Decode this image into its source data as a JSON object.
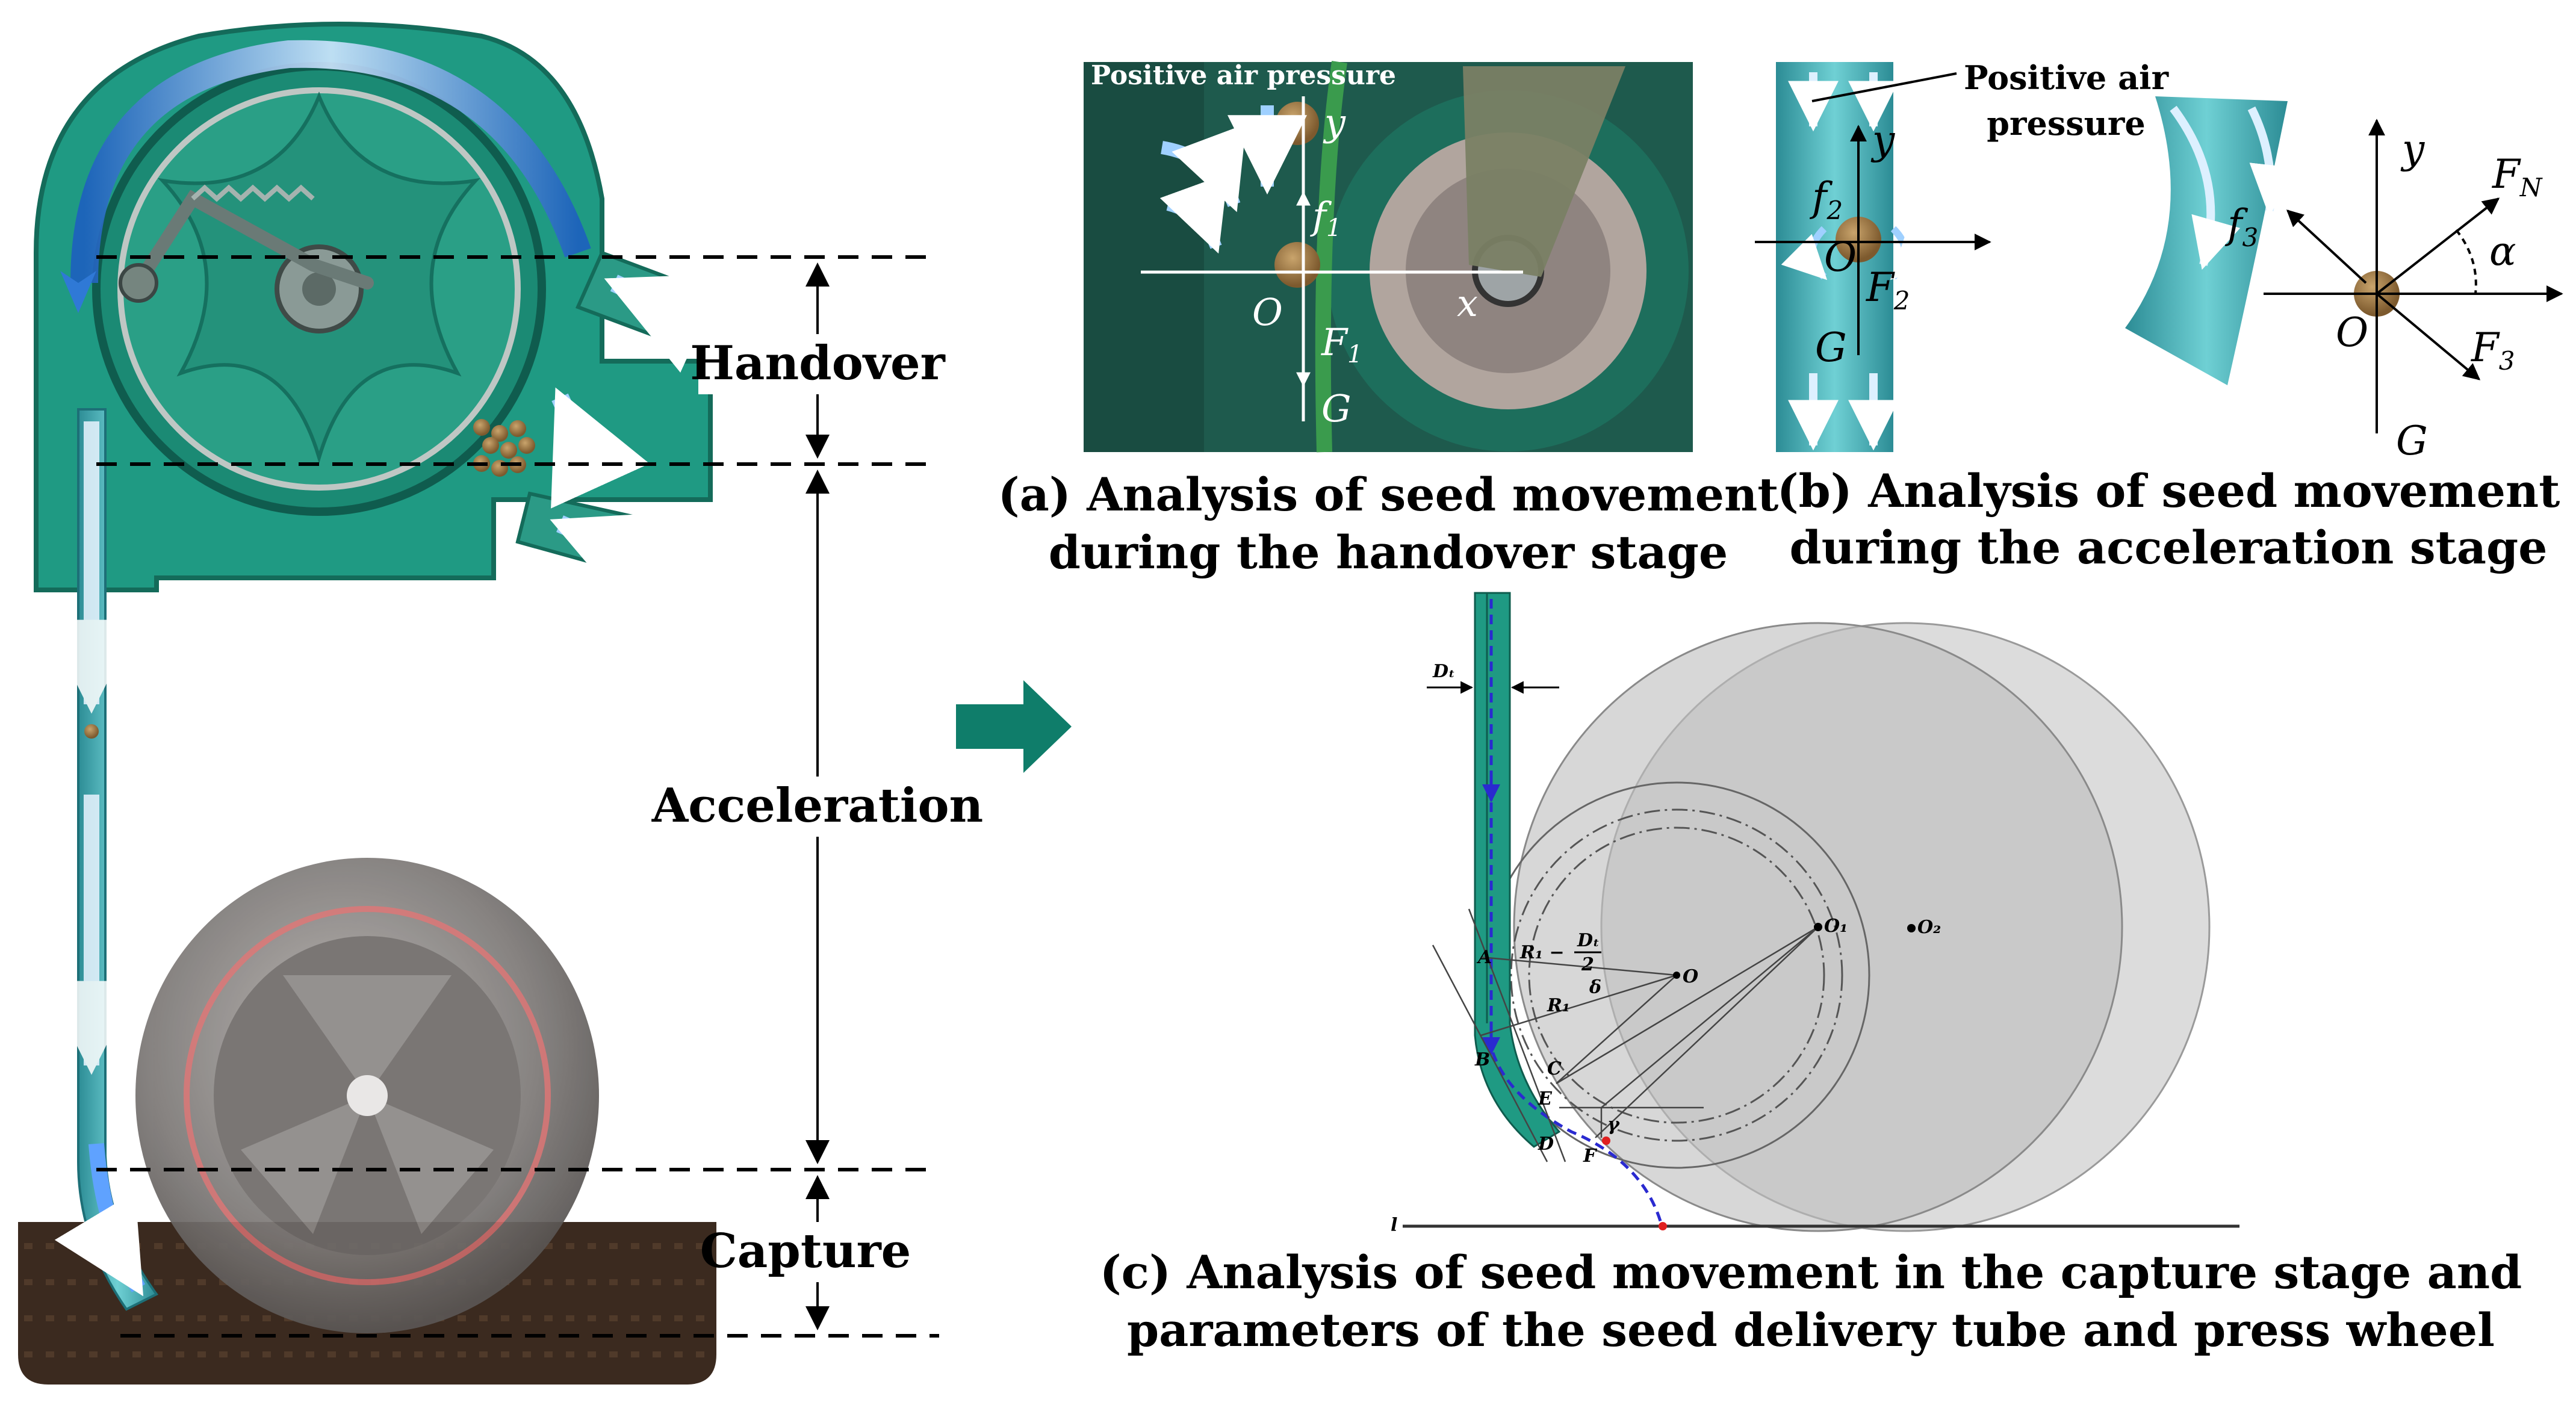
{
  "left_stages": {
    "handover": "Handover",
    "acceleration": "Acceleration",
    "capture": "Capture"
  },
  "panel_a": {
    "air_label": "Positive air pressure",
    "labels": {
      "y": "y",
      "f1": "f",
      "f1_sub": "1",
      "o": "O",
      "x": "x",
      "F1": "F",
      "F1_sub": "1",
      "G": "G"
    },
    "caption_line1": "(a) Analysis of seed movement",
    "caption_line2": "during the handover stage"
  },
  "panel_b": {
    "air_label_line1": "Positive air",
    "air_label_line2": "pressure",
    "left_labels": {
      "y": "y",
      "f2": "f",
      "f2_sub": "2",
      "o": "O",
      "F2": "F",
      "F2_sub": "2",
      "G": "G"
    },
    "right_labels": {
      "y": "y",
      "FN": "F",
      "FN_sub": "N",
      "alpha": "α",
      "f3": "f",
      "f3_sub": "3",
      "o": "O",
      "F3": "F",
      "F3_sub": "3",
      "G": "G"
    },
    "caption_line1": "(b) Analysis of seed movement",
    "caption_line2": "during the acceleration stage"
  },
  "panel_c": {
    "labels": {
      "Dt": "Dₜ",
      "O1": "O₁",
      "O2": "O₂",
      "O": "O",
      "A": "A",
      "B": "B",
      "C": "C",
      "D": "D",
      "E": "E",
      "F": "F",
      "l": "l",
      "R1": "R₁",
      "R1_minus": "R₁ −",
      "Dt_frac": "Dₜ",
      "two": "2",
      "delta": "δ",
      "gamma": "γ"
    },
    "caption_line1": "(c) Analysis of seed movement in the capture stage and",
    "caption_line2": "parameters of the seed delivery tube and press wheel"
  },
  "colors": {
    "machine_teal": "#1f9a83",
    "machine_dark": "#146b5a",
    "flow_blue": "#3f8fe0",
    "arrow_green": "#0f7d6a",
    "soil": "#3b2a1f",
    "wheel_gray": "#8a8684",
    "panel_a_bg": "#1e5a4d",
    "tube_cyan": "#4bb8b8",
    "seed_brown": "#a07a4a"
  }
}
